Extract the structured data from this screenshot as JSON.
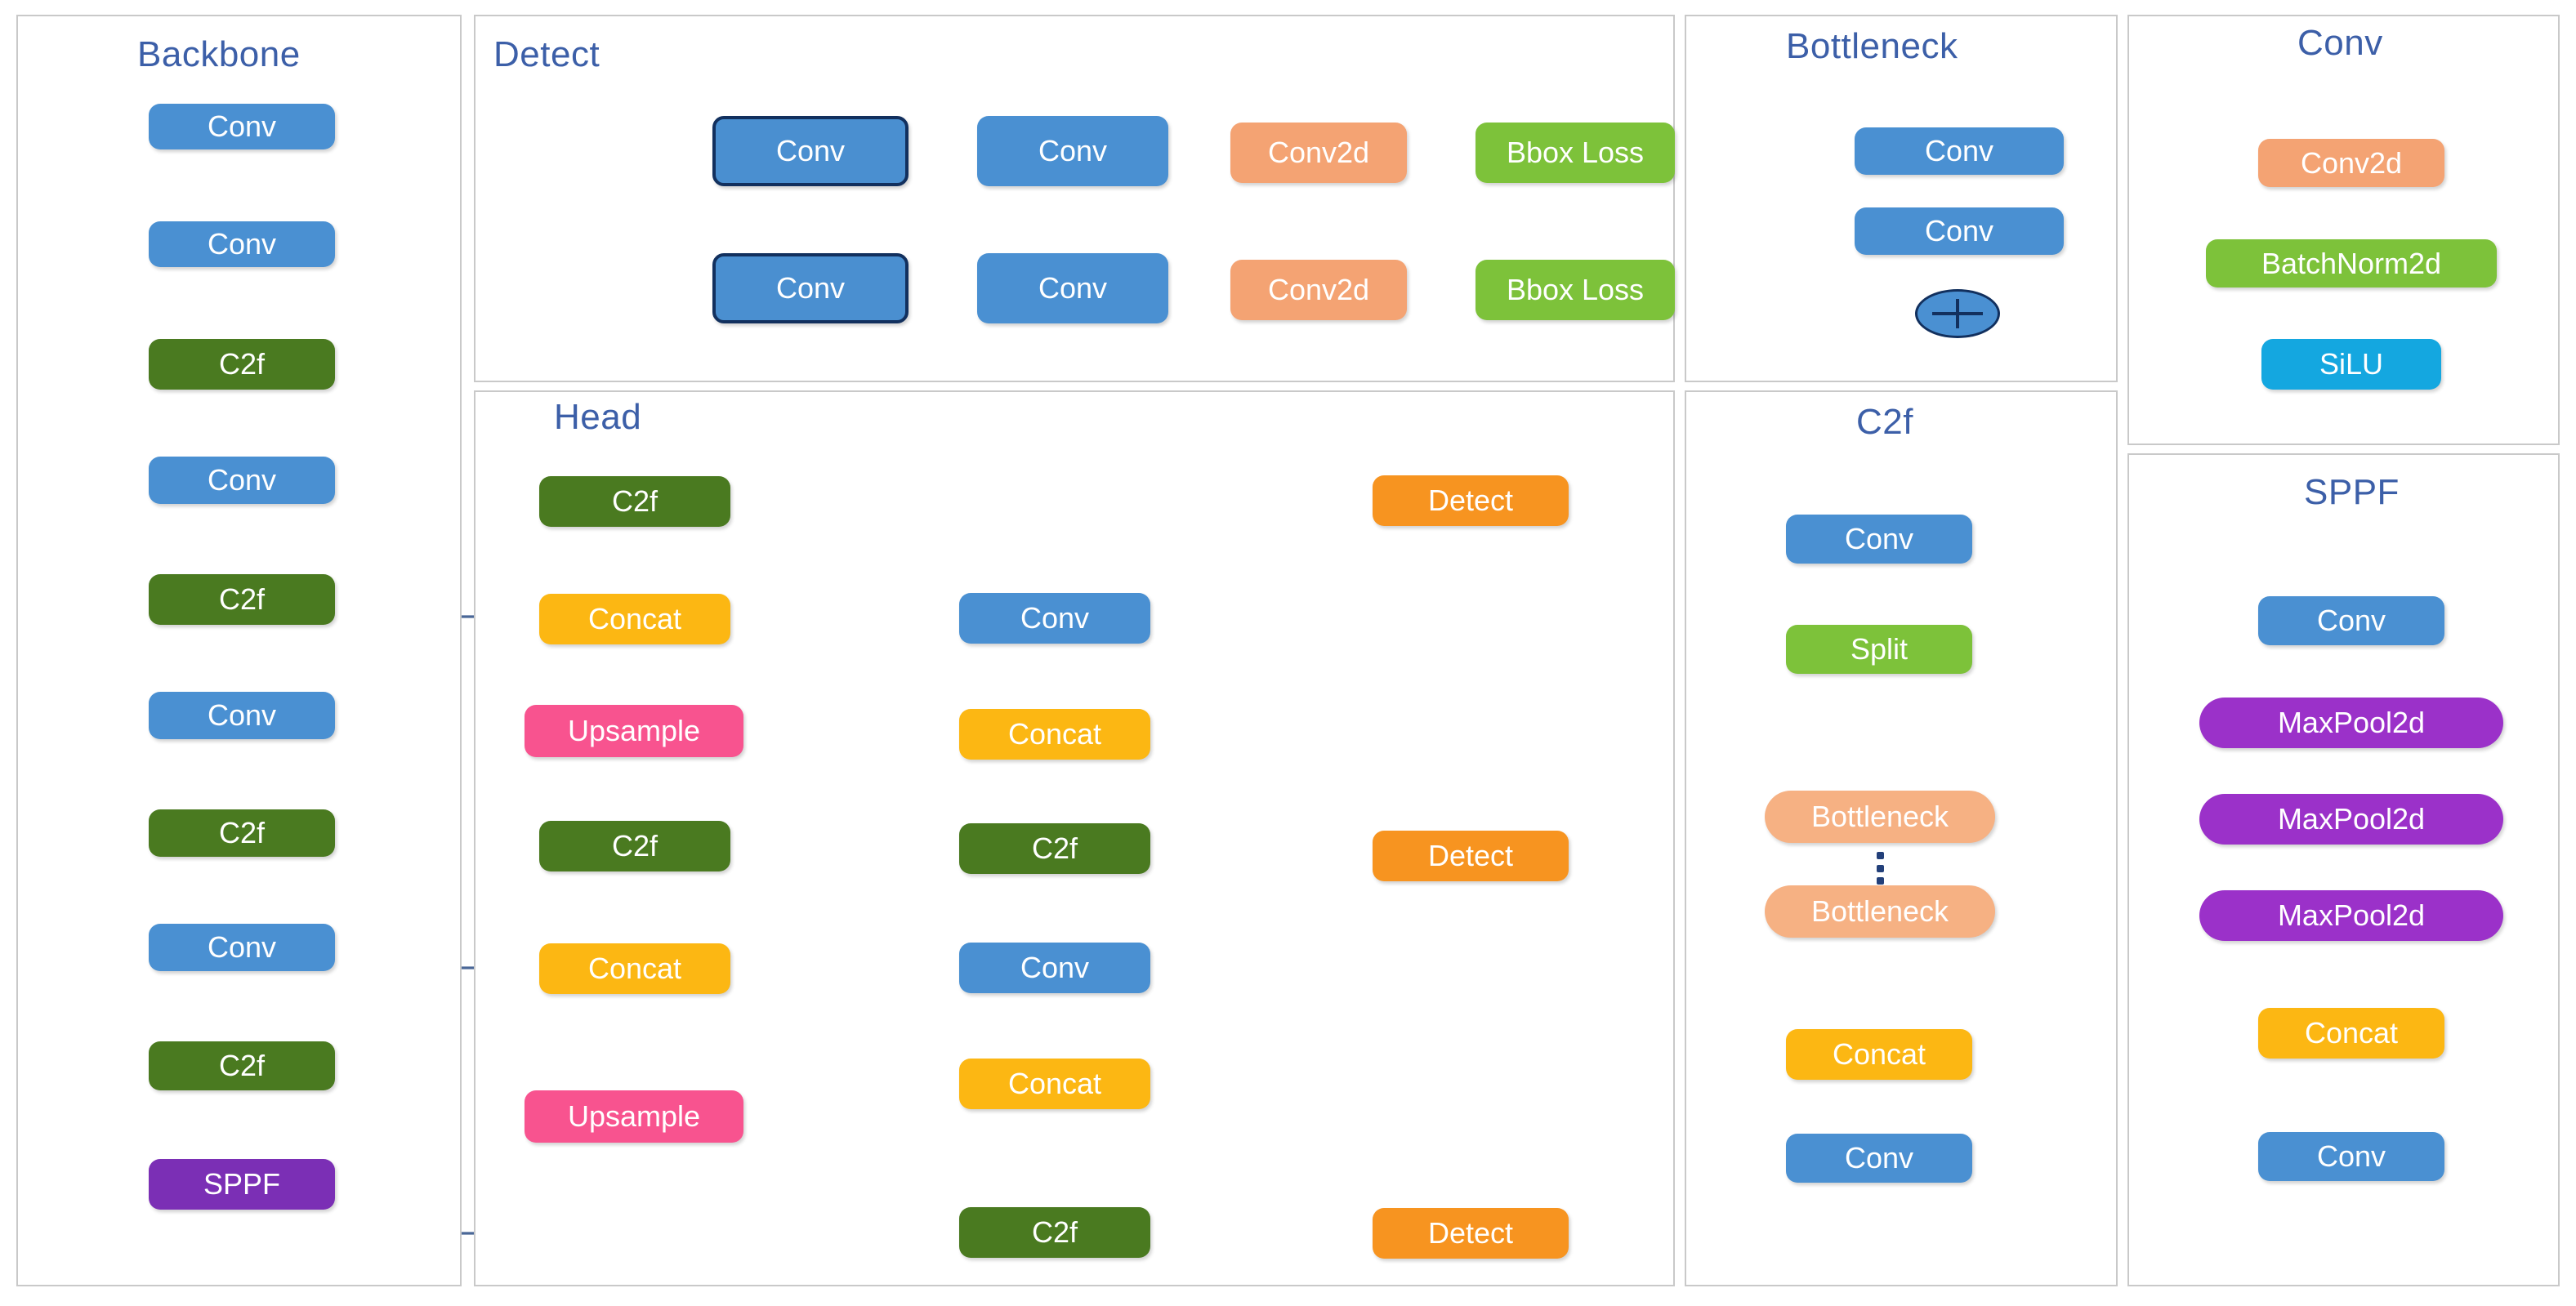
{
  "diagram": {
    "title_color": "#3c5fa8",
    "panels": [
      {
        "key": "backbone",
        "title": "Backbone"
      },
      {
        "key": "detect",
        "title": "Detect"
      },
      {
        "key": "bottleneck",
        "title": "Bottleneck"
      },
      {
        "key": "conv",
        "title": "Conv"
      },
      {
        "key": "head",
        "title": "Head"
      },
      {
        "key": "c2f",
        "title": "C2f"
      },
      {
        "key": "sppf",
        "title": "SPPF"
      }
    ]
  },
  "backbone": {
    "title": "Backbone",
    "nodes": [
      {
        "label": "Conv",
        "type": "conv"
      },
      {
        "label": "Conv",
        "type": "conv"
      },
      {
        "label": "C2f",
        "type": "c2f"
      },
      {
        "label": "Conv",
        "type": "conv"
      },
      {
        "label": "C2f",
        "type": "c2f"
      },
      {
        "label": "Conv",
        "type": "conv"
      },
      {
        "label": "C2f",
        "type": "c2f"
      },
      {
        "label": "Conv",
        "type": "conv"
      },
      {
        "label": "C2f",
        "type": "c2f"
      },
      {
        "label": "SPPF",
        "type": "sppf"
      }
    ]
  },
  "detect": {
    "title": "Detect",
    "branch_top": [
      {
        "label": "Conv",
        "type": "conv-dark"
      },
      {
        "label": "Conv",
        "type": "conv"
      },
      {
        "label": "Conv2d",
        "type": "conv2d"
      },
      {
        "label": "Bbox Loss",
        "type": "bbox"
      }
    ],
    "branch_bottom": [
      {
        "label": "Conv",
        "type": "conv-dark"
      },
      {
        "label": "Conv",
        "type": "conv"
      },
      {
        "label": "Conv2d",
        "type": "conv2d"
      },
      {
        "label": "Bbox Loss",
        "type": "bbox"
      }
    ]
  },
  "bottleneck": {
    "title": "Bottleneck",
    "nodes": [
      {
        "label": "Conv",
        "type": "conv"
      },
      {
        "label": "Conv",
        "type": "conv"
      }
    ],
    "add_symbol": "+"
  },
  "conv": {
    "title": "Conv",
    "nodes": [
      {
        "label": "Conv2d",
        "type": "conv2d"
      },
      {
        "label": "BatchNorm2d",
        "type": "bn"
      },
      {
        "label": "SiLU",
        "type": "silu"
      }
    ]
  },
  "head": {
    "title": "Head",
    "left_column": [
      {
        "label": "C2f",
        "type": "c2f"
      },
      {
        "label": "Concat",
        "type": "concat"
      },
      {
        "label": "Upsample",
        "type": "upsample"
      },
      {
        "label": "C2f",
        "type": "c2f"
      },
      {
        "label": "Concat",
        "type": "concat"
      },
      {
        "label": "Upsample",
        "type": "upsample"
      }
    ],
    "right_column": [
      {
        "label": "Conv",
        "type": "conv"
      },
      {
        "label": "Concat",
        "type": "concat"
      },
      {
        "label": "C2f",
        "type": "c2f"
      },
      {
        "label": "Conv",
        "type": "conv"
      },
      {
        "label": "Concat",
        "type": "concat"
      },
      {
        "label": "C2f",
        "type": "c2f"
      }
    ],
    "detect_outputs": [
      {
        "label": "Detect",
        "type": "detect"
      },
      {
        "label": "Detect",
        "type": "detect"
      },
      {
        "label": "Detect",
        "type": "detect"
      }
    ]
  },
  "c2f": {
    "title": "C2f",
    "nodes": [
      {
        "label": "Conv",
        "type": "conv"
      },
      {
        "label": "Split",
        "type": "split"
      },
      {
        "label": "Bottleneck",
        "type": "bneck"
      },
      {
        "label": "Bottleneck",
        "type": "bneck"
      },
      {
        "label": "Concat",
        "type": "concat"
      },
      {
        "label": "Conv",
        "type": "conv"
      }
    ],
    "ellipsis": "⋮"
  },
  "sppf": {
    "title": "SPPF",
    "nodes": [
      {
        "label": "Conv",
        "type": "conv"
      },
      {
        "label": "MaxPool2d",
        "type": "maxpool"
      },
      {
        "label": "MaxPool2d",
        "type": "maxpool"
      },
      {
        "label": "MaxPool2d",
        "type": "maxpool"
      },
      {
        "label": "Concat",
        "type": "concat"
      },
      {
        "label": "Conv",
        "type": "conv"
      }
    ]
  },
  "colors": {
    "conv": "#4a90d2",
    "c2f": "#4a7a20",
    "sppf": "#7b2fb5",
    "concat": "#fcb713",
    "upsample": "#f8538f",
    "detect": "#f79420",
    "conv2d": "#f4a373",
    "bbox_loss": "#7dc23a",
    "batchnorm": "#7dc23a",
    "silu": "#14a7e0",
    "split": "#7dc23a",
    "bottleneck": "#f6b183",
    "maxpool": "#9b31c9",
    "arrow": "#4a6797",
    "panel_border": "#c9c9c9",
    "title": "#3c5fa8"
  }
}
